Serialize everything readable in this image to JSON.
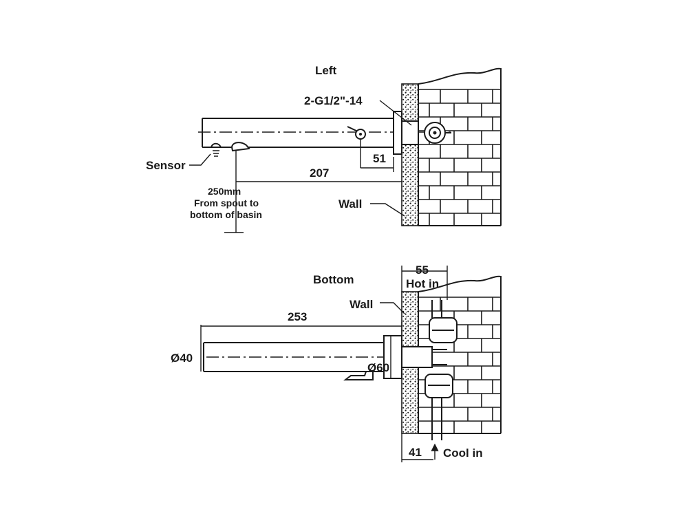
{
  "views": {
    "left": {
      "title": "Left",
      "thread_spec": "2-G1/2\"-14",
      "sensor_label": "Sensor",
      "dim_to_pivot": "51",
      "dim_spout_length": "207",
      "basin_clearance_line1": "250mm",
      "basin_clearance_line2": "From spout to",
      "basin_clearance_line3": "bottom of basin",
      "wall_label": "Wall"
    },
    "bottom": {
      "title": "Bottom",
      "dim_inlet_spacing": "55",
      "hot_label": "Hot in",
      "wall_label": "Wall",
      "dim_spout_length": "253",
      "spout_diameter": "Ø40",
      "flange_diameter": "Ø60",
      "dim_cold_offset": "41",
      "cold_label": "Cool in"
    }
  },
  "colors": {
    "line": "#1a1a1a",
    "background": "#ffffff"
  }
}
